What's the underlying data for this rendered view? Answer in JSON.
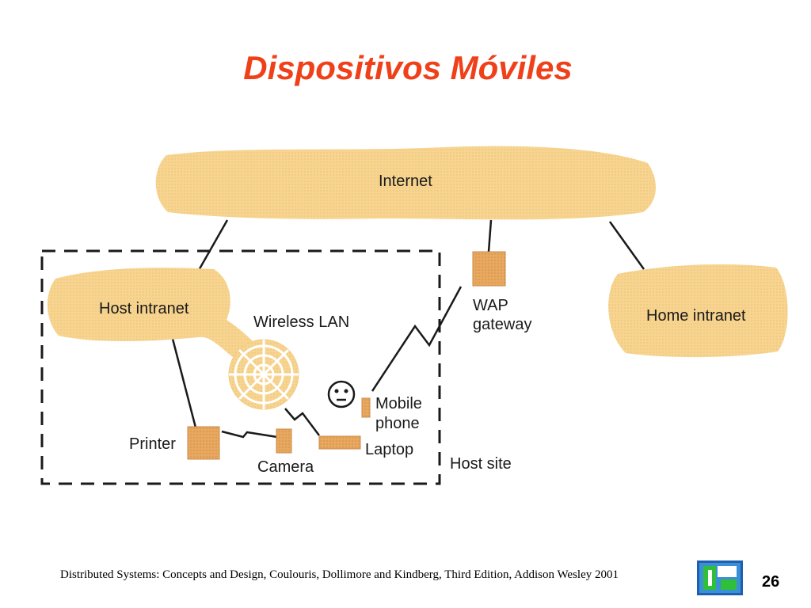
{
  "slide": {
    "title": "Dispositivos Móviles",
    "reference": "Distributed Systems: Concepts and Design, Coulouris, Dollimore and Kindberg, Third Edition, Addison Wesley 2001",
    "page_number": "26"
  },
  "diagram": {
    "labels": {
      "internet": "Internet",
      "host_intranet": "Host intranet",
      "home_intranet": "Home intranet",
      "wireless_lan": "Wireless LAN",
      "wap_line1": "WAP",
      "wap_line2": "gateway",
      "mobile_line1": "Mobile",
      "mobile_line2": "phone",
      "printer": "Printer",
      "camera": "Camera",
      "laptop": "Laptop",
      "host_site": "Host site"
    }
  },
  "colors": {
    "title": "#f0401a",
    "cloud_fill": "#f7d48f",
    "device_fill": "#e8a860",
    "line": "#1a1a1a"
  }
}
